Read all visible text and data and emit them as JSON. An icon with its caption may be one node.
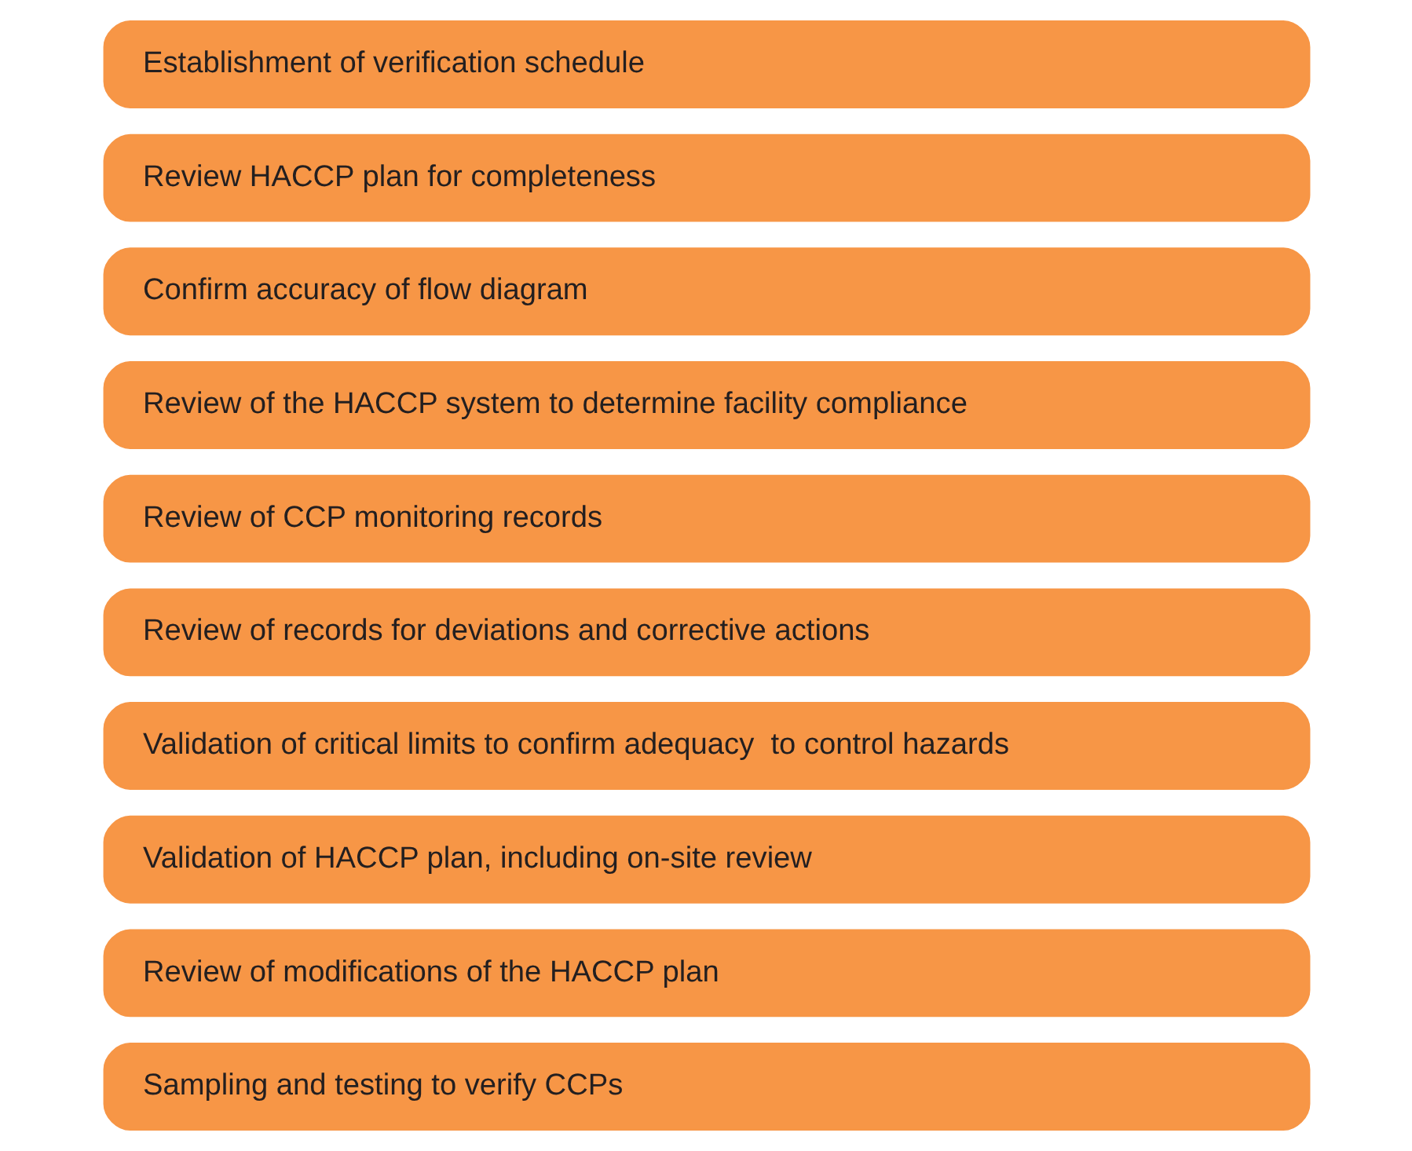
{
  "diagram": {
    "nodes": [
      {
        "text": [
          "Establishment of verification schedule"
        ]
      },
      {
        "text": [
          "Review HACCP plan for completeness"
        ]
      },
      {
        "text": [
          "Confirm accuracy of flow diagram"
        ]
      },
      {
        "text": [
          "Review of the HACCP system to determine facility compliance"
        ]
      },
      {
        "text": [
          "Review of CCP monitoring records"
        ]
      },
      {
        "text": [
          "Review of records for deviations and corrective actions"
        ]
      },
      {
        "text": [
          "Validation of critical limits to confirm adequacy  to control hazards"
        ]
      },
      {
        "text": [
          "Validation of HACCP plan, including on-site review"
        ]
      },
      {
        "text": [
          "Review of modifications of the HACCP plan"
        ]
      },
      {
        "text": [
          "Sampling and testing to verify CCPs"
        ]
      }
    ]
  }
}
